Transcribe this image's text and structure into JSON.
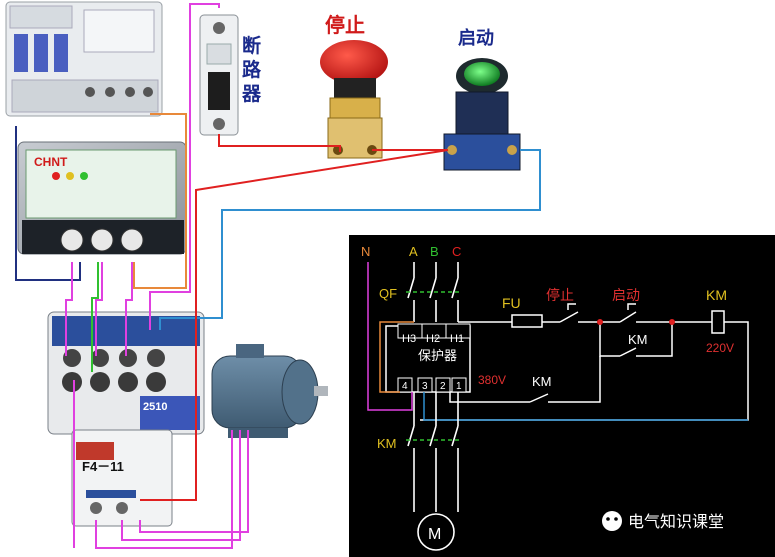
{
  "wiring_photo": {
    "breaker_label_chars": [
      "断",
      "路",
      "器"
    ],
    "stop_button_label": "停止",
    "start_button_label": "启动",
    "contactor_model": "2510",
    "thermal_relay_model": "F4－11",
    "relay_brand": "CHNT"
  },
  "schematic": {
    "terminal_n": "N",
    "terminal_a": "A",
    "terminal_b": "B",
    "terminal_c": "C",
    "qf_label": "QF",
    "fu_label": "FU",
    "stop_label": "停止",
    "start_label": "启动",
    "km_coil_label": "KM",
    "coil_voltage": "220V",
    "km_holding_label": "KM",
    "protector_h3": "H3",
    "protector_h2": "H2",
    "protector_h1": "H1",
    "protector_name": "保护器",
    "protector_voltage": "380V",
    "protector_terminal_4": "4",
    "protector_terminal_3": "3",
    "protector_terminal_2": "2",
    "protector_terminal_1": "1",
    "km_aux_label": "KM",
    "km_main_label": "KM",
    "motor_label": "M"
  },
  "watermark": {
    "text": "电气知识课堂"
  },
  "colors": {
    "schematic_bg": "#000000",
    "wire_white": "#ffffff",
    "wire_red": "#e02020",
    "wire_blue": "#2f8fd0",
    "wire_magenta": "#e040e0",
    "wire_orange": "#e8893a",
    "wire_green": "#30c030",
    "wire_navy": "#203080",
    "label_blue": "#1a2a8c",
    "label_red": "#d01a1a",
    "qf_dash_green": "#30c030",
    "coil_voltage_red": "#e03030"
  }
}
